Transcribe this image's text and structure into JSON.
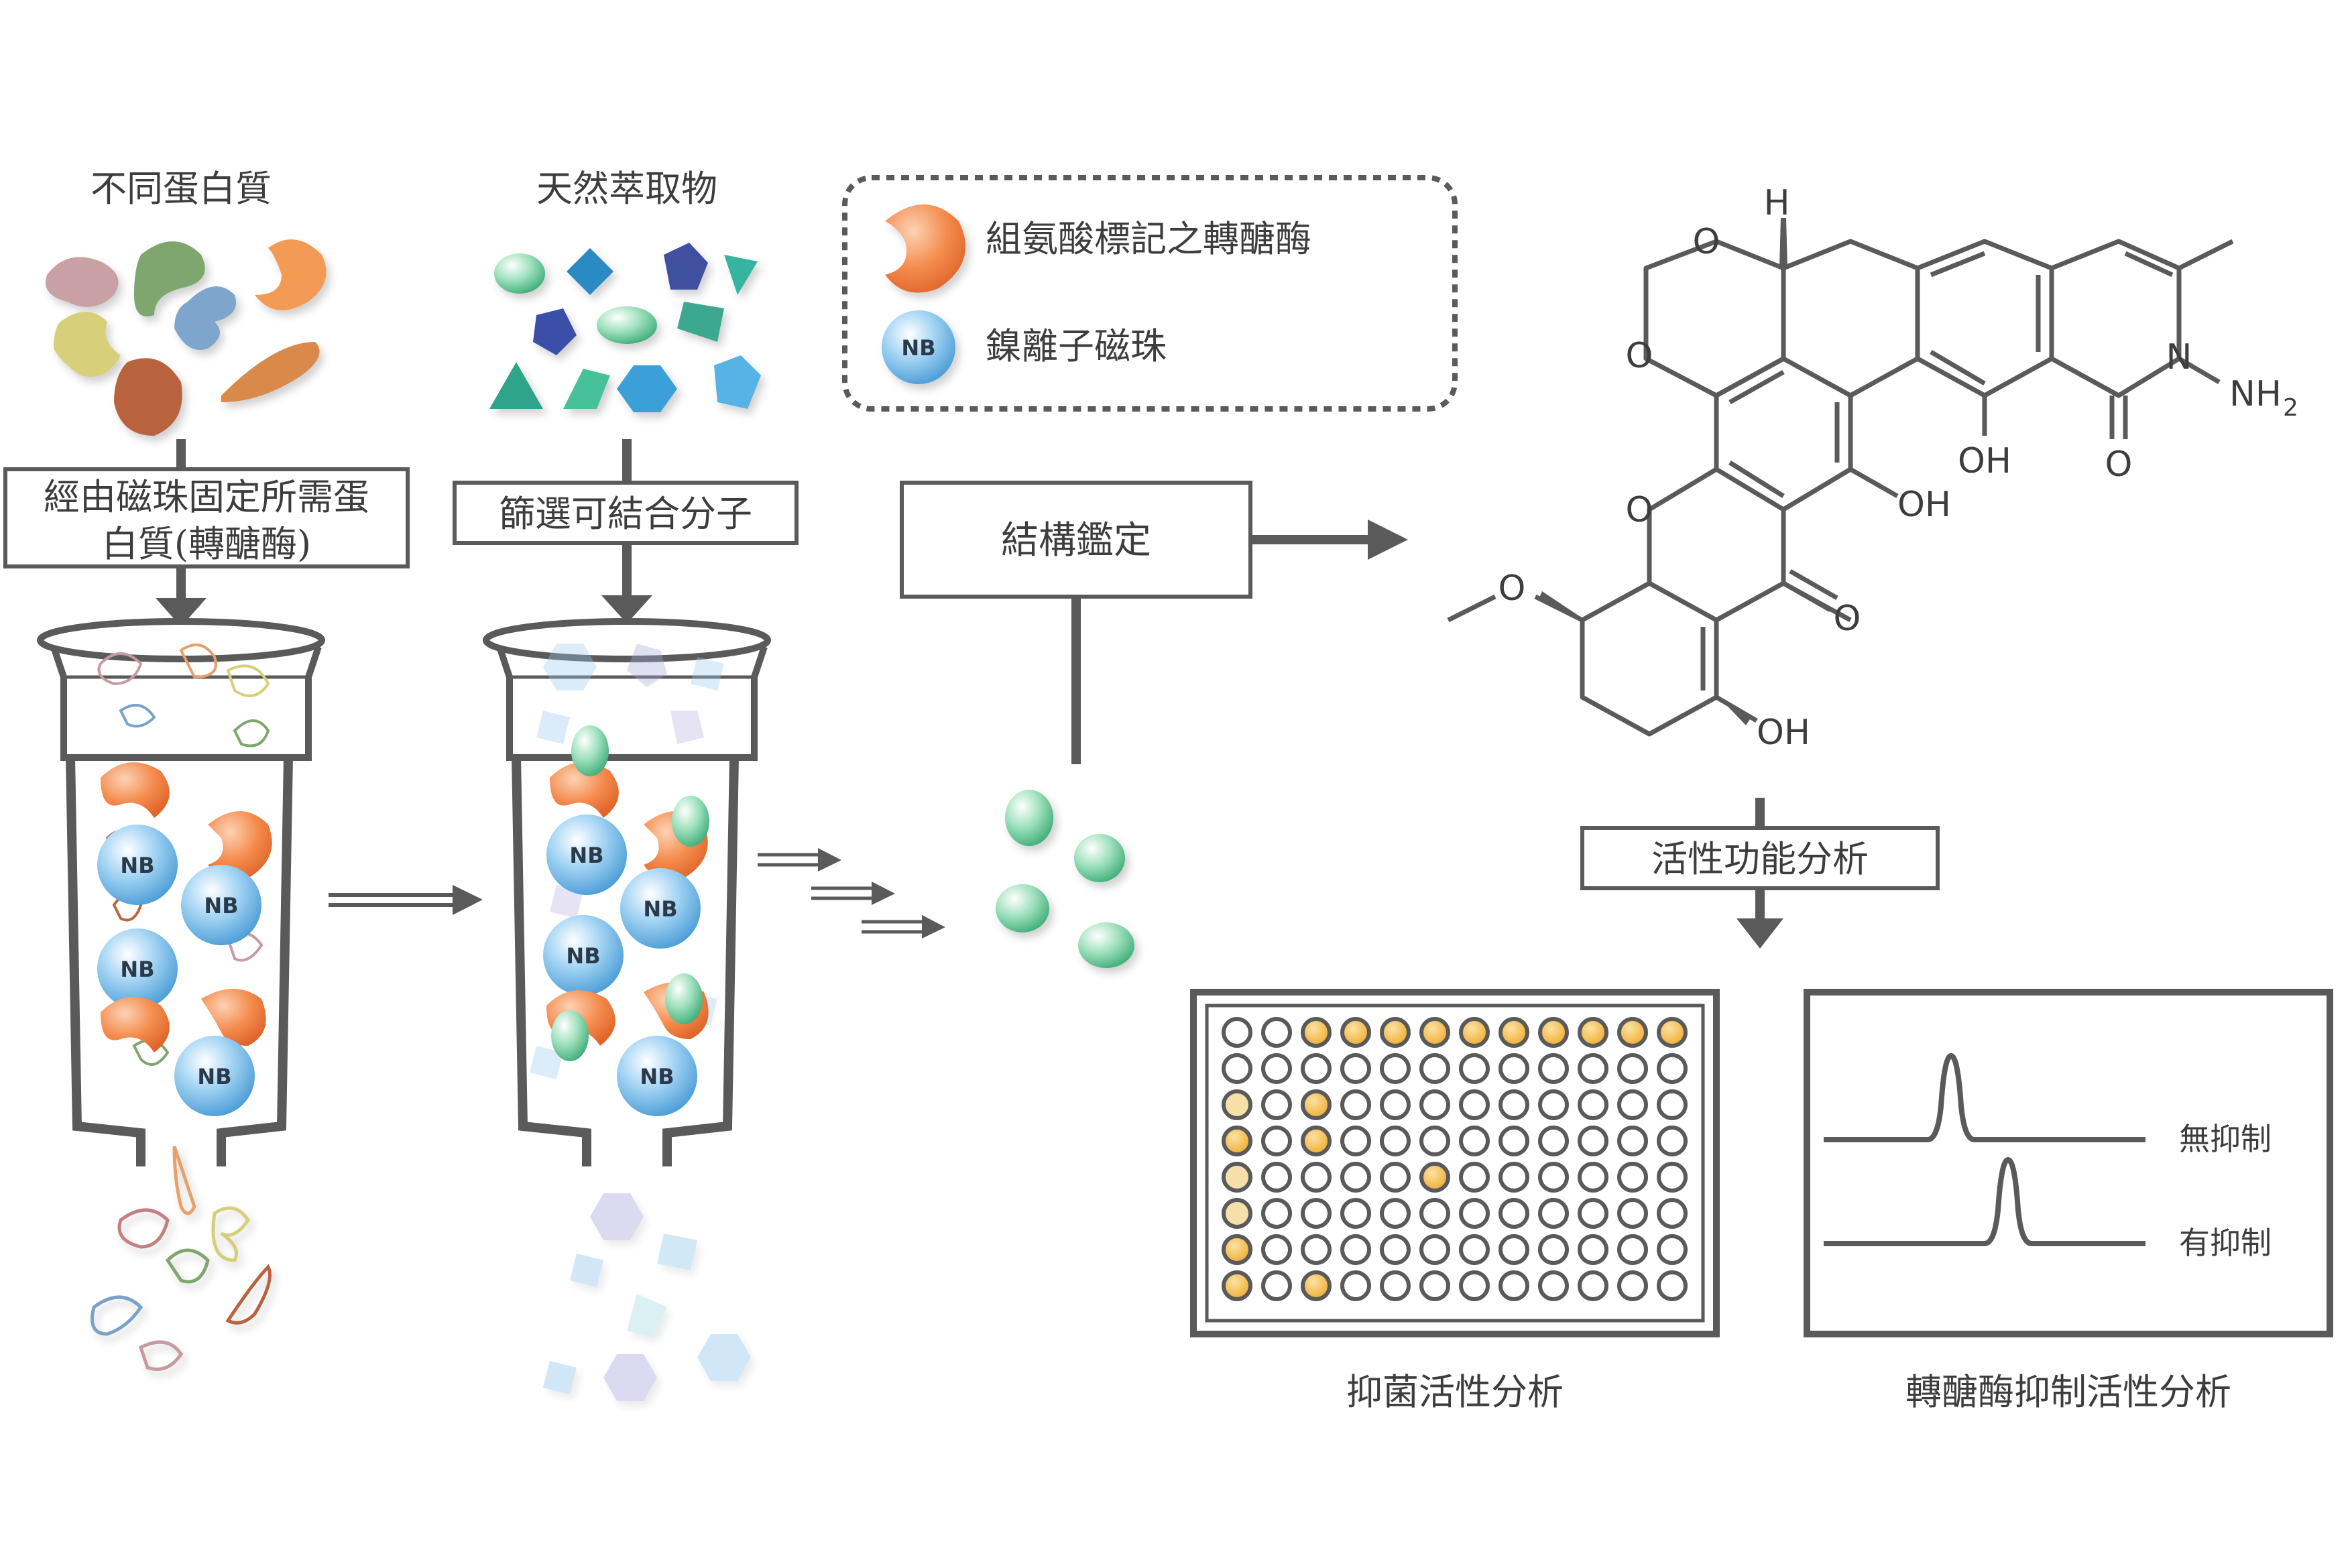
{
  "colors": {
    "ink": "#5a5a5a",
    "orange_enzyme": "#f4884a",
    "bead_blue": "#64b2e8",
    "green_molecule": "#59c08a",
    "well_yellow": "#f2b73a",
    "well_light": "#f6dfa8"
  },
  "labels": {
    "proteins": "不同蛋白質",
    "extracts": "天然萃取物",
    "immobilize_line1": "經由磁珠固定所需蛋",
    "immobilize_line2": "白質(轉醣酶)",
    "screen": "篩選可結合分子",
    "structure": "結構鑑定",
    "activity": "活性功能分析",
    "antibacterial": "抑菌活性分析",
    "inhibition_assay": "轉醣酶抑制活性分析",
    "no_inhibit": "無抑制",
    "inhibit": "有抑制"
  },
  "legend": {
    "enzyme": "組氨酸標記之轉醣酶",
    "bead_abbr": "NB",
    "bead": "鎳離子磁珠"
  },
  "molecule_atoms": {
    "h": "H",
    "o1": "O",
    "o2": "O",
    "o3": "O",
    "o4": "O",
    "oh1": "OH",
    "oh2": "OH",
    "oh3": "OH",
    "o_keto1": "O",
    "o_keto2": "O",
    "n": "N",
    "nh2": "NH",
    "nh2_sub": "2"
  },
  "plate_wells": [
    "wwyyyyyyyyyy",
    "wwwwwwwwwwww",
    "lwywwwwwwwww",
    "ywywwwwwwwww",
    "lwwwwywwwwww",
    "lwwwwwwwwwww",
    "ywwwwwwwwwww",
    "ywywwwwwwwww"
  ],
  "beads": [
    "NB",
    "NB",
    "NB",
    "NB",
    "NB",
    "NB",
    "NB",
    "NB"
  ]
}
